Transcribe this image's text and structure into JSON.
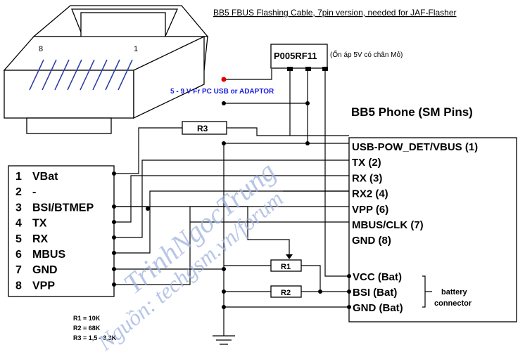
{
  "title": "BB5 FBUS Flashing Cable, 7pin version, needed for JAF-Flasher",
  "connector": {
    "pin_left": "8",
    "pin_right": "1"
  },
  "regulator": {
    "label": "P005RF11",
    "note": "(Ổn áp 5V có chân Mỏ)"
  },
  "supply_note": "5 - 9 V Fr PC USB or ADAPTOR",
  "phone_title": "BB5 Phone (SM Pins)",
  "resistors": {
    "r1": "R1",
    "r2": "R2",
    "r3": "R3"
  },
  "left_pins": [
    {
      "num": "1",
      "name": "VBat"
    },
    {
      "num": "2",
      "name": "-"
    },
    {
      "num": "3",
      "name": "BSI/BTMEP"
    },
    {
      "num": "4",
      "name": "TX"
    },
    {
      "num": "5",
      "name": "RX"
    },
    {
      "num": "6",
      "name": "MBUS"
    },
    {
      "num": "7",
      "name": "GND"
    },
    {
      "num": "8",
      "name": "VPP"
    }
  ],
  "phone_pins": [
    "USB-POW_DET/VBUS (1)",
    "TX (2)",
    "RX (3)",
    "RX2 (4)",
    "VPP (6)",
    "MBUS/CLK (7)",
    "GND (8)"
  ],
  "battery_pins": [
    "VCC (Bat)",
    "BSI (Bat)",
    "GND (Bat)"
  ],
  "battery_label": [
    "battery",
    "connector"
  ],
  "resistor_values": [
    "R1 = 10K",
    "R2 = 68K",
    "R3 = 1,5 - 3,3K"
  ],
  "watermark": [
    "TrinhNgocTrung",
    "Nguồn: techgsm.vn/forum"
  ]
}
